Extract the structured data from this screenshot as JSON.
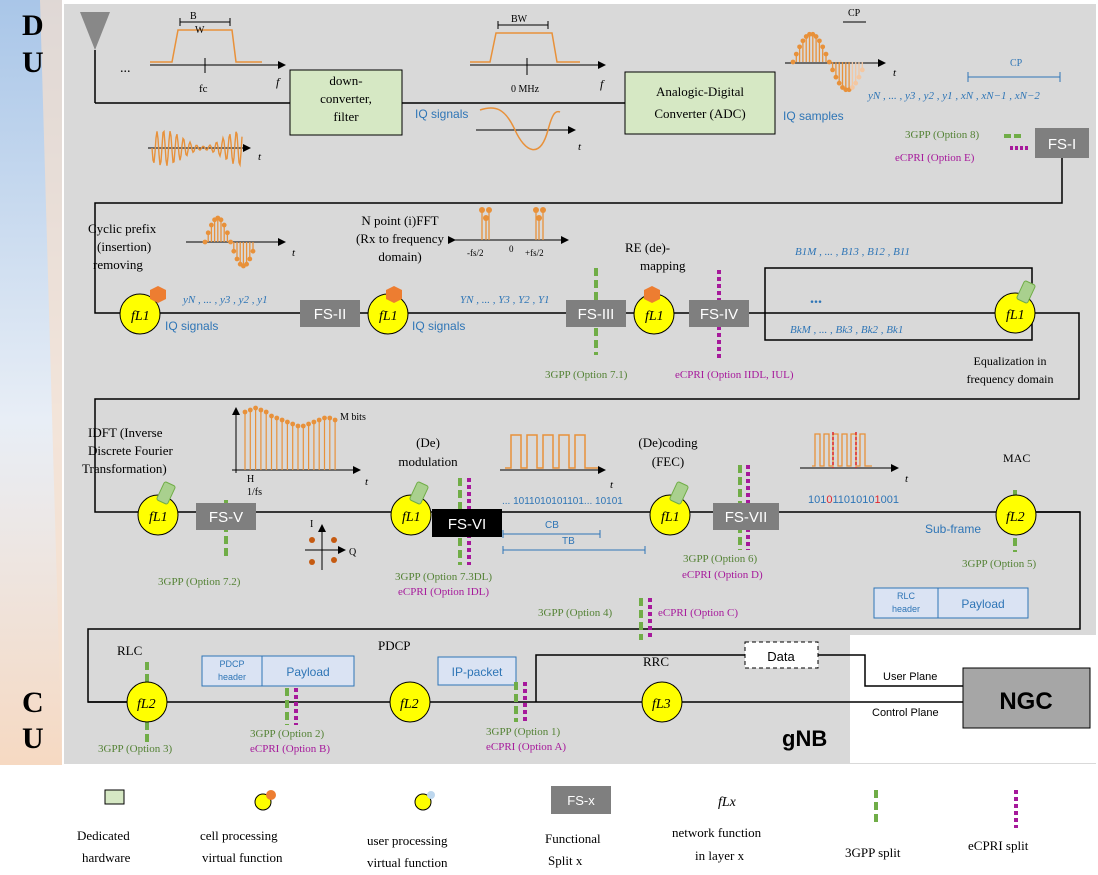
{
  "sidebar": {
    "du_1": "D",
    "du_2": "U",
    "cu_1": "C",
    "cu_2": "U"
  },
  "labels": {
    "fl1": "fL1",
    "fl2": "fL2",
    "fl3": "fL3"
  },
  "splits": {
    "fs1": "FS-I",
    "fs2": "FS-II",
    "fs3": "FS-III",
    "fs4": "FS-IV",
    "fs5": "FS-V",
    "fs6": "FS-VI",
    "fs7": "FS-VII"
  },
  "row1": {
    "spectrum_b": "B",
    "spectrum_w": "W",
    "ellipsis": "...",
    "fc": "fc",
    "f_axis": "f",
    "t_axis": "t",
    "downconverter_1": "down-",
    "downconverter_2": "converter,",
    "downconverter_3": "filter",
    "iq_signals": "IQ signals",
    "bw": "BW",
    "zero_mhz": "0 MHz",
    "adc_1": "Analogic-Digital",
    "adc_2": "Converter (ADC)",
    "iq_samples": "IQ samples",
    "cp": "CP",
    "sequence": "yN , ... , y3 , y2 , y1 , xN , xN−1 , xN−2",
    "opt8": "3GPP (Option 8)",
    "opte": "eCPRI (Option E)"
  },
  "row2": {
    "cp_1": "Cyclic prefix",
    "cp_2": "(insertion)",
    "cp_3": "removing",
    "fft_1": "N point (i)FFT",
    "fft_2": "(Rx to frequency",
    "fft_3": "domain)",
    "minus_fs": "-fs/2",
    "zero": "0",
    "plus_fs": "+fs/2",
    "re_1": "RE (de)-",
    "re_2": "mapping",
    "sequence_time": "yN , ... , y3 , y2 , y1",
    "sequence_freq": "YN , ... , Y3 , Y2 , Y1",
    "opt71": "3GPP (Option 7.1)",
    "optii": "eCPRI (Option IIDL, IUL)",
    "b1": "B1M , ... , B13 , B12 , B11",
    "dots": "...",
    "bk": "BkM , ... , Bk3 , Bk2 , Bk1",
    "eq_1": "Equalization in",
    "eq_2": "frequency domain"
  },
  "row3": {
    "idft_1": "IDFT (Inverse",
    "idft_2": "Discrete Fourier",
    "idft_3": "Transformation)",
    "mbits": "M bits",
    "h": "H",
    "one_over_fs": "1/fs",
    "demod_1": "(De)",
    "demod_2": "modulation",
    "dec_1": "(De)coding",
    "dec_2": "(FEC)",
    "i": "I",
    "q": "Q",
    "opt72": "3GPP (Option 7.2)",
    "opt73": "3GPP (Option 7.3DL)",
    "opti": "eCPRI (Option IDL)",
    "bitstream": "... 1011010101101... 10101",
    "cb": "CB",
    "tb": "TB",
    "opt6": "3GPP (Option 6)",
    "optd": "eCPRI (Option D)",
    "fec_bits_1": "101",
    "fec_bits_2": "0",
    "fec_bits_3": "1101010",
    "fec_bits_4": "1",
    "fec_bits_5": "001",
    "subframe": "Sub-frame",
    "mac": "MAC",
    "opt5": "3GPP (Option 5)",
    "rlc_h1": "RLC",
    "rlc_h2": "header",
    "payload": "Payload",
    "opt4": "3GPP (Option 4)",
    "optc": "eCPRI (Option C)"
  },
  "row4": {
    "rlc": "RLC",
    "opt3": "3GPP (Option 3)",
    "pdcp_h1": "PDCP",
    "pdcp_h2": "header",
    "opt2": "3GPP (Option 2)",
    "optb": "eCPRI (Option B)",
    "pdcp": "PDCP",
    "ip_packet": "IP-packet",
    "opt1": "3GPP (Option 1)",
    "opta": "eCPRI (Option A)",
    "rrc": "RRC",
    "data": "Data",
    "user_plane": "User Plane",
    "control_plane": "Control Plane",
    "ngc": "NGC",
    "gnb": "gNB"
  },
  "legend": {
    "dedicated_1": "Dedicated",
    "dedicated_2": "hardware",
    "cell_1": "cell processing",
    "cell_2": "virtual function",
    "user_1": "user processing",
    "user_2": "virtual function",
    "fs_x": "FS-x",
    "fs_1": "Functional",
    "fs_2": "Split x",
    "flx": "fLx",
    "flx_1": "network function",
    "flx_2": "in layer x",
    "gpp": "3GPP split",
    "ecpri": "eCPRI split"
  }
}
